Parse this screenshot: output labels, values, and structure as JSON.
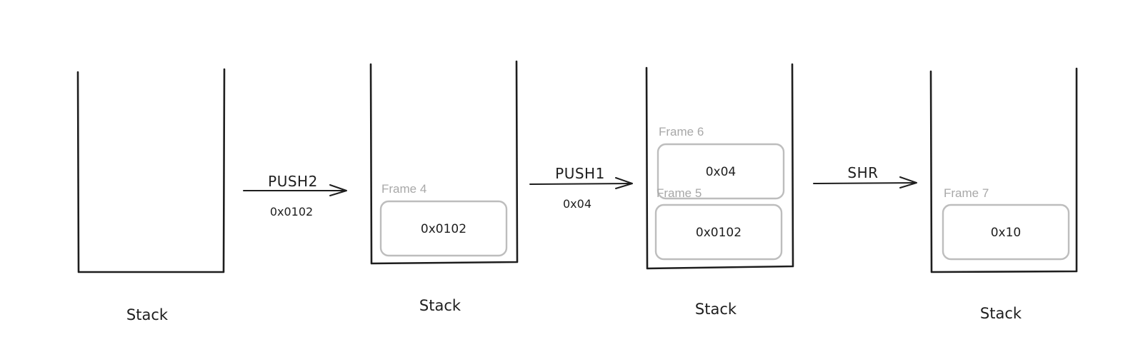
{
  "stacks": [
    {
      "label": "Stack",
      "frames": []
    },
    {
      "label": "Stack",
      "frames": [
        {
          "label": "Frame 4",
          "value": "0x0102"
        }
      ]
    },
    {
      "label": "Stack",
      "frames": [
        {
          "label": "Frame 6",
          "value": "0x04"
        },
        {
          "label": "Frame 5",
          "value": "0x0102"
        }
      ]
    },
    {
      "label": "Stack",
      "frames": [
        {
          "label": "Frame 7",
          "value": "0x10"
        }
      ]
    }
  ],
  "operations": [
    {
      "op": "PUSH2",
      "arg": "0x0102"
    },
    {
      "op": "PUSH1",
      "arg": "0x04"
    },
    {
      "op": "SHR",
      "arg": ""
    }
  ]
}
